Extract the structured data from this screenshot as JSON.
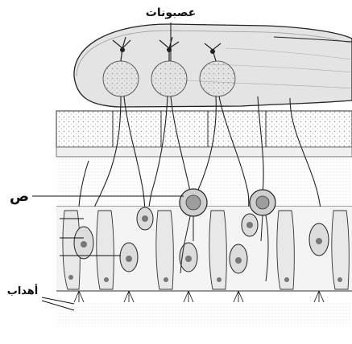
{
  "labels": {
    "top": "عصبونات",
    "middle": "ص",
    "bottom": "أهداب"
  },
  "colors": {
    "ink": "#1a1a1a",
    "bulb_fill": "#d8d8d8",
    "cell_fill": "#ececec",
    "background": "#ffffff"
  }
}
